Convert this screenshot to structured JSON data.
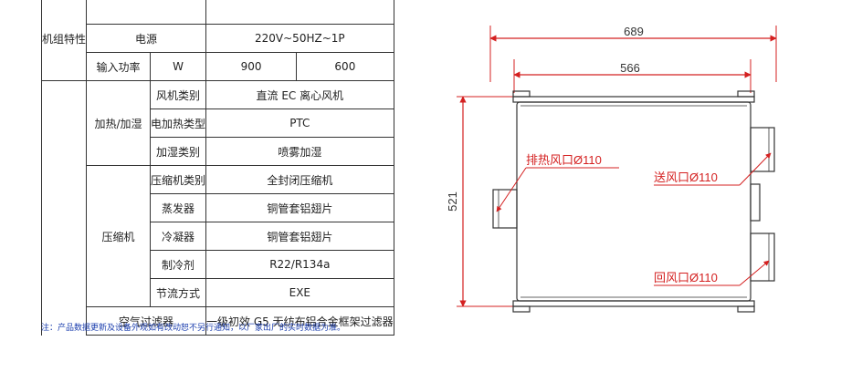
{
  "table": {
    "unit_features": "机组特性",
    "power_label": "电源",
    "power_value": "220V~50HZ~1P",
    "input_power_label": "输入功率",
    "input_power_unit": "W",
    "input_power_a": "900",
    "input_power_b": "600",
    "heating_group": "加热/加湿",
    "fan_type_label": "风机类别",
    "fan_type_value": "直流 EC 离心风机",
    "electric_heater_label": "电加热类型",
    "electric_heater_value": "PTC",
    "humidify_label": "加湿类别",
    "humidify_value": "喷雾加湿",
    "compressor_group": "压缩机",
    "compressor_type_label": "压缩机类别",
    "compressor_type_value": "全封闭压缩机",
    "evaporator_label": "蒸发器",
    "evaporator_value": "铜管套铝翅片",
    "condenser_label": "冷凝器",
    "condenser_value": "铜管套铝翅片",
    "refrigerant_label": "制冷剂",
    "refrigerant_value": "R22/R134a",
    "throttle_label": "节流方式",
    "throttle_value": "EXE",
    "filter_label": "空气过滤器",
    "filter_value": "一级初效 G5 无纺布铝合金框架过滤器"
  },
  "note": "注：产品数据更新及设备外观如有改动恕不另行通知，以厂家出厂的实时数据为准。",
  "diagram": {
    "dim_width_total": "689",
    "dim_width_inner": "566",
    "dim_height": "521",
    "port_exhaust": "排热风口Ø110",
    "port_supply": "送风口Ø110",
    "port_return": "回风口Ø110",
    "line_color": "#333333",
    "dim_color": "#d42020"
  }
}
